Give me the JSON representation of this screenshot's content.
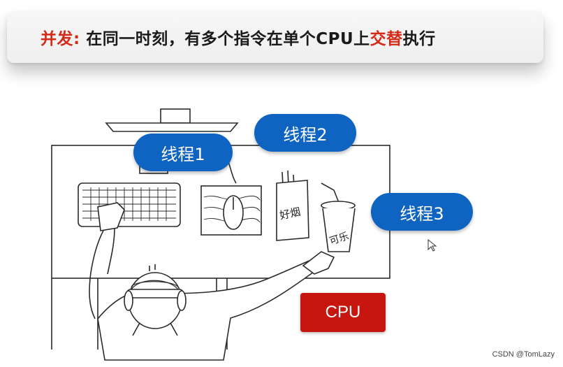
{
  "banner": {
    "term": "并发",
    "colon": ":",
    "text_before": " 在同一时刻，有多个指令在单个CPU上",
    "highlight": "交替",
    "text_after": "执行"
  },
  "threads": {
    "t1": "线程1",
    "t2": "线程2",
    "t3": "线程3"
  },
  "cpu_label": "CPU",
  "items": {
    "cigarettes": "好烟",
    "cola": "可乐"
  },
  "watermark": "CSDN @TomLazy",
  "colors": {
    "accent_red": "#d42a18",
    "thread_blue": "#0f64c2",
    "cpu_red": "#c7160f"
  }
}
